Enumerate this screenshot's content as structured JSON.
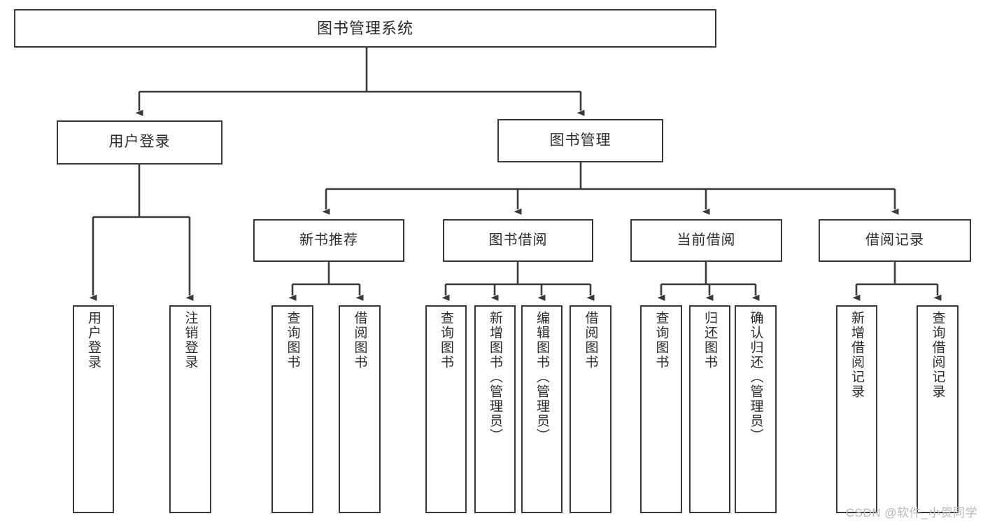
{
  "diagram": {
    "title": "图书管理系统",
    "type": "tree-hierarchy",
    "colors": {
      "stroke": "#3a3a3a",
      "fill": "#ffffff",
      "text": "#2b2b2b",
      "watermark": "#b9b9b9"
    },
    "root": {
      "label": "图书管理系统"
    },
    "level2": [
      {
        "label": "用户登录"
      },
      {
        "label": "图书管理"
      }
    ],
    "level3": [
      {
        "label": "新书推荐"
      },
      {
        "label": "图书借阅"
      },
      {
        "label": "当前借阅"
      },
      {
        "label": "借阅记录"
      }
    ],
    "leaves": [
      {
        "label": "用户登录"
      },
      {
        "label": "注销登录"
      },
      {
        "label": "查询图书"
      },
      {
        "label": "借阅图书"
      },
      {
        "label": "查询图书"
      },
      {
        "label": "新增图书（管理员）"
      },
      {
        "label": "编辑图书（管理员）"
      },
      {
        "label": "借阅图书"
      },
      {
        "label": "查询图书"
      },
      {
        "label": "归还图书"
      },
      {
        "label": "确认归还（管理员）"
      },
      {
        "label": "新增借阅记录"
      },
      {
        "label": "查询借阅记录"
      }
    ],
    "watermark": "CSDN @软件_小贺同学"
  }
}
